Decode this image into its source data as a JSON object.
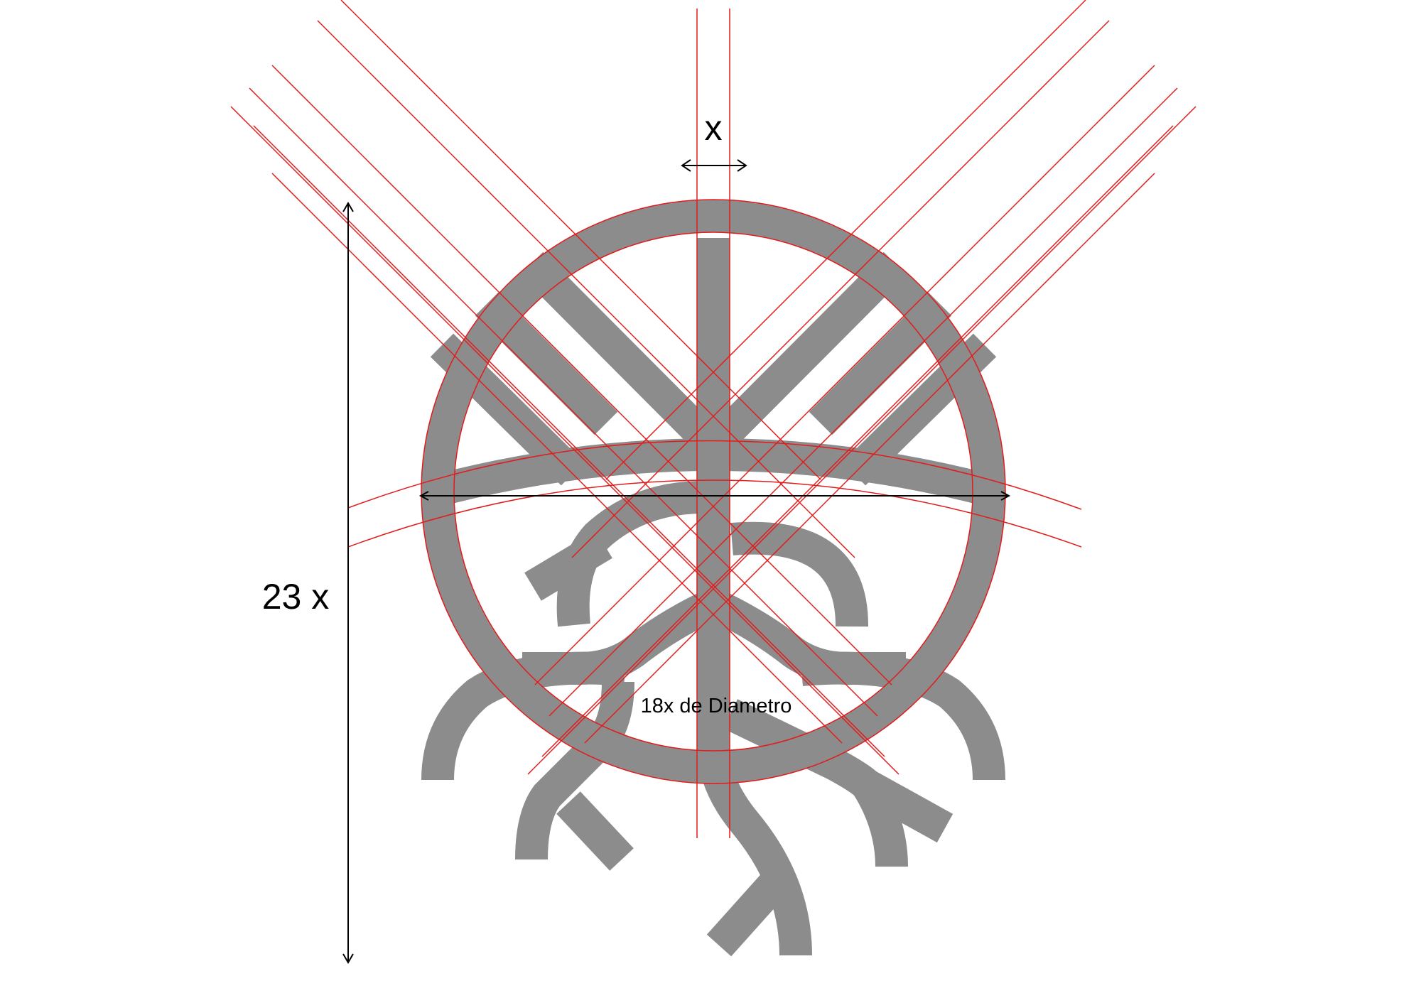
{
  "labels": {
    "unit_x": "x",
    "height_label": "23 x",
    "diameter_label": "18x de Diametro"
  },
  "colors": {
    "mark": "#8c8c8c",
    "guide": "#e21b1b",
    "dimension": "#000000",
    "background": "#ffffff"
  }
}
